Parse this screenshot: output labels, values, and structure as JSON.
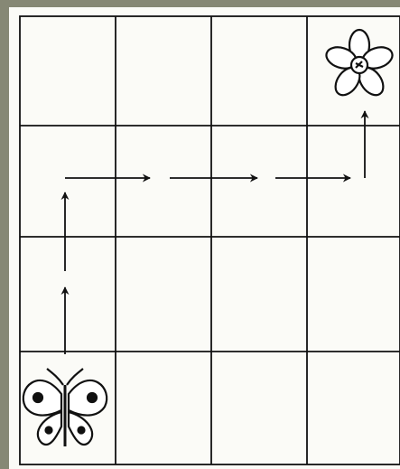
{
  "grid": {
    "rows": 4,
    "cols": 4
  },
  "route": {
    "moves": [
      "up",
      "up",
      "right",
      "right",
      "right",
      "up"
    ]
  },
  "pieces": {
    "start": {
      "icon": "butterfly-icon",
      "row": 4,
      "col": 1
    },
    "goal": {
      "icon": "flower-icon",
      "row": 1,
      "col": 4
    }
  },
  "colors": {
    "ink": "#111111",
    "paper": "#fbfbf7",
    "background": "#868875"
  }
}
